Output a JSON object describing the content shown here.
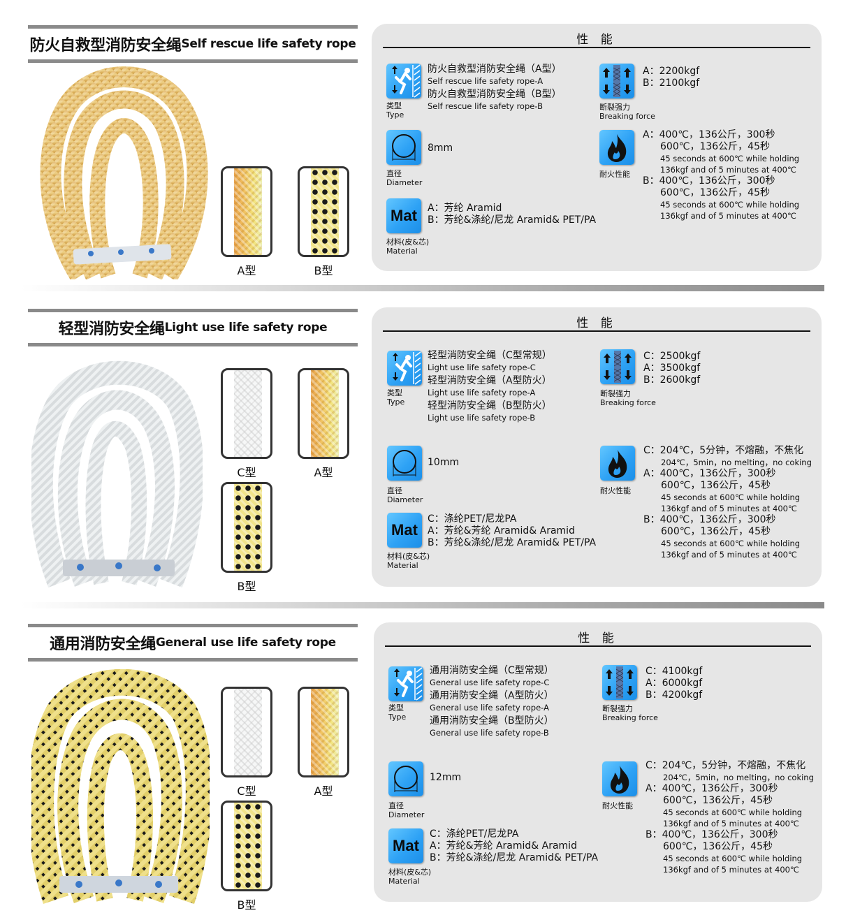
{
  "sections": [
    {
      "title_cn": "防火自救型消防安全绳",
      "title_en": "Self rescue life safety rope",
      "swatches": [
        {
          "label": "A型",
          "style": "a"
        },
        {
          "label": "B型",
          "style": "b"
        }
      ],
      "panel_title": "性 能",
      "type_caption_cn": "类型",
      "type_caption_en": "Type",
      "type_lines": [
        {
          "cn": "防火自救型消防安全绳（A型）",
          "en": "Self rescue life safety rope-A"
        },
        {
          "cn": "防火自救型消防安全绳（B型）",
          "en": "Self rescue life safety rope-B"
        }
      ],
      "force_caption_cn": "断裂强力",
      "force_caption_en": "Breaking force",
      "force_lines": [
        "A：2200kgf",
        "B：2100kgf"
      ],
      "diameter_caption_cn": "直径",
      "diameter_caption_en": "Diameter",
      "diameter": "8mm",
      "fire_caption_cn": "耐火性能",
      "fire_lines": [
        {
          "t": "big",
          "text": "A：400℃，136公斤，300秒"
        },
        {
          "t": "big-ind",
          "text": "600℃，136公斤，45秒"
        },
        {
          "t": "sm",
          "text": "45 seconds at 600℃ while holding"
        },
        {
          "t": "sm",
          "text": "136kgf and of 5 minutes at 400℃"
        },
        {
          "t": "big",
          "text": "B：400℃，136公斤，300秒"
        },
        {
          "t": "big-ind",
          "text": "600℃，136公斤，45秒"
        },
        {
          "t": "sm",
          "text": "45 seconds at 600℃ while holding"
        },
        {
          "t": "sm",
          "text": "136kgf and of 5 minutes at 400℃"
        }
      ],
      "material_icon_text": "Mat",
      "material_caption_cn": "材料(皮&芯)",
      "material_caption_en": "Material",
      "material_lines": [
        "A：芳纶 Aramid",
        "B：芳纶&涤纶/尼龙 Aramid& PET/PA"
      ]
    },
    {
      "title_cn": "轻型消防安全绳",
      "title_en": "Light use life safety rope",
      "swatches": [
        {
          "label": "C型",
          "style": "c"
        },
        {
          "label": "A型",
          "style": "a"
        },
        {
          "label": "B型",
          "style": "b"
        }
      ],
      "panel_title": "性 能",
      "type_caption_cn": "类型",
      "type_caption_en": "Type",
      "type_lines": [
        {
          "cn": "轻型消防安全绳（C型常规）",
          "en": "Light use life safety rope-C"
        },
        {
          "cn": "轻型消防安全绳（A型防火）",
          "en": "Light use life safety rope-A"
        },
        {
          "cn": "轻型消防安全绳（B型防火）",
          "en": "Light use life safety rope-B"
        }
      ],
      "force_caption_cn": "断裂强力",
      "force_caption_en": "Breaking force",
      "force_lines": [
        "C：2500kgf",
        "A：3500kgf",
        "B：2600kgf"
      ],
      "diameter_caption_cn": "直径",
      "diameter_caption_en": "Diameter",
      "diameter": "10mm",
      "fire_caption_cn": "耐火性能",
      "fire_lines": [
        {
          "t": "big",
          "text": "C：204℃，5分钟，不熔融，不焦化"
        },
        {
          "t": "sm",
          "text": "204℃，5min，no melting，no coking"
        },
        {
          "t": "big",
          "text": "A：400℃，136公斤，300秒"
        },
        {
          "t": "big-ind",
          "text": "600℃，136公斤，45秒"
        },
        {
          "t": "sm",
          "text": "45 seconds at 600℃ while holding"
        },
        {
          "t": "sm",
          "text": "136kgf and of 5 minutes at 400℃"
        },
        {
          "t": "big",
          "text": "B：400℃，136公斤，300秒"
        },
        {
          "t": "big-ind",
          "text": "600℃，136公斤，45秒"
        },
        {
          "t": "sm",
          "text": "45 seconds at 600℃ while holding"
        },
        {
          "t": "sm",
          "text": "136kgf and of 5 minutes at 400℃"
        }
      ],
      "material_icon_text": "Mat",
      "material_caption_cn": "材料(皮&芯)",
      "material_caption_en": "Material",
      "material_lines": [
        "C：涤纶PET/尼龙PA",
        "A：芳纶&芳纶 Aramid& Aramid",
        "B：芳纶&涤纶/尼龙 Aramid& PET/PA"
      ]
    },
    {
      "title_cn": "通用消防安全绳",
      "title_en": "General use life safety rope",
      "swatches": [
        {
          "label": "C型",
          "style": "c"
        },
        {
          "label": "A型",
          "style": "a"
        },
        {
          "label": "B型",
          "style": "b"
        }
      ],
      "panel_title": "性 能",
      "type_caption_cn": "类型",
      "type_caption_en": "Type",
      "type_lines": [
        {
          "cn": "通用消防安全绳（C型常规）",
          "en": "General use life safety rope-C"
        },
        {
          "cn": "通用消防安全绳（A型防火）",
          "en": "General use life safety rope-A"
        },
        {
          "cn": "通用消防安全绳（B型防火）",
          "en": "General use life safety rope-B"
        }
      ],
      "force_caption_cn": "断裂强力",
      "force_caption_en": "Breaking force",
      "force_lines": [
        "C：4100kgf",
        "A：6000kgf",
        "B：4200kgf"
      ],
      "diameter_caption_cn": "直径",
      "diameter_caption_en": "Diameter",
      "diameter": "12mm",
      "fire_caption_cn": "耐火性能",
      "fire_lines": [
        {
          "t": "big",
          "text": "C：204℃，5分钟，不熔融，不焦化"
        },
        {
          "t": "sm",
          "text": "204℃，5min，no melting，no coking"
        },
        {
          "t": "big",
          "text": "A：400℃，136公斤，300秒"
        },
        {
          "t": "big-ind",
          "text": "600℃，136公斤，45秒"
        },
        {
          "t": "sm",
          "text": "45 seconds at 600℃ while holding"
        },
        {
          "t": "sm",
          "text": "136kgf and of 5 minutes at 400℃"
        },
        {
          "t": "big",
          "text": "B：400℃，136公斤，300秒"
        },
        {
          "t": "big-ind",
          "text": "600℃，136公斤，45秒"
        },
        {
          "t": "sm",
          "text": "45 seconds at 600℃ while holding"
        },
        {
          "t": "sm",
          "text": "136kgf and of 5 minutes at 400℃"
        }
      ],
      "material_icon_text": "Mat",
      "material_caption_cn": "材料(皮&芯)",
      "material_caption_en": "Material",
      "material_lines": [
        "C：涤纶PET/尼龙PA",
        "A：芳纶&芳纶 Aramid& Aramid",
        "B：芳纶&涤纶/尼龙 Aramid& PET/PA"
      ]
    }
  ],
  "colors": {
    "panel_bg": "#e6e6e6",
    "icon_blue": "#2ea2f5",
    "rule_gray": "#8a8a8a"
  }
}
